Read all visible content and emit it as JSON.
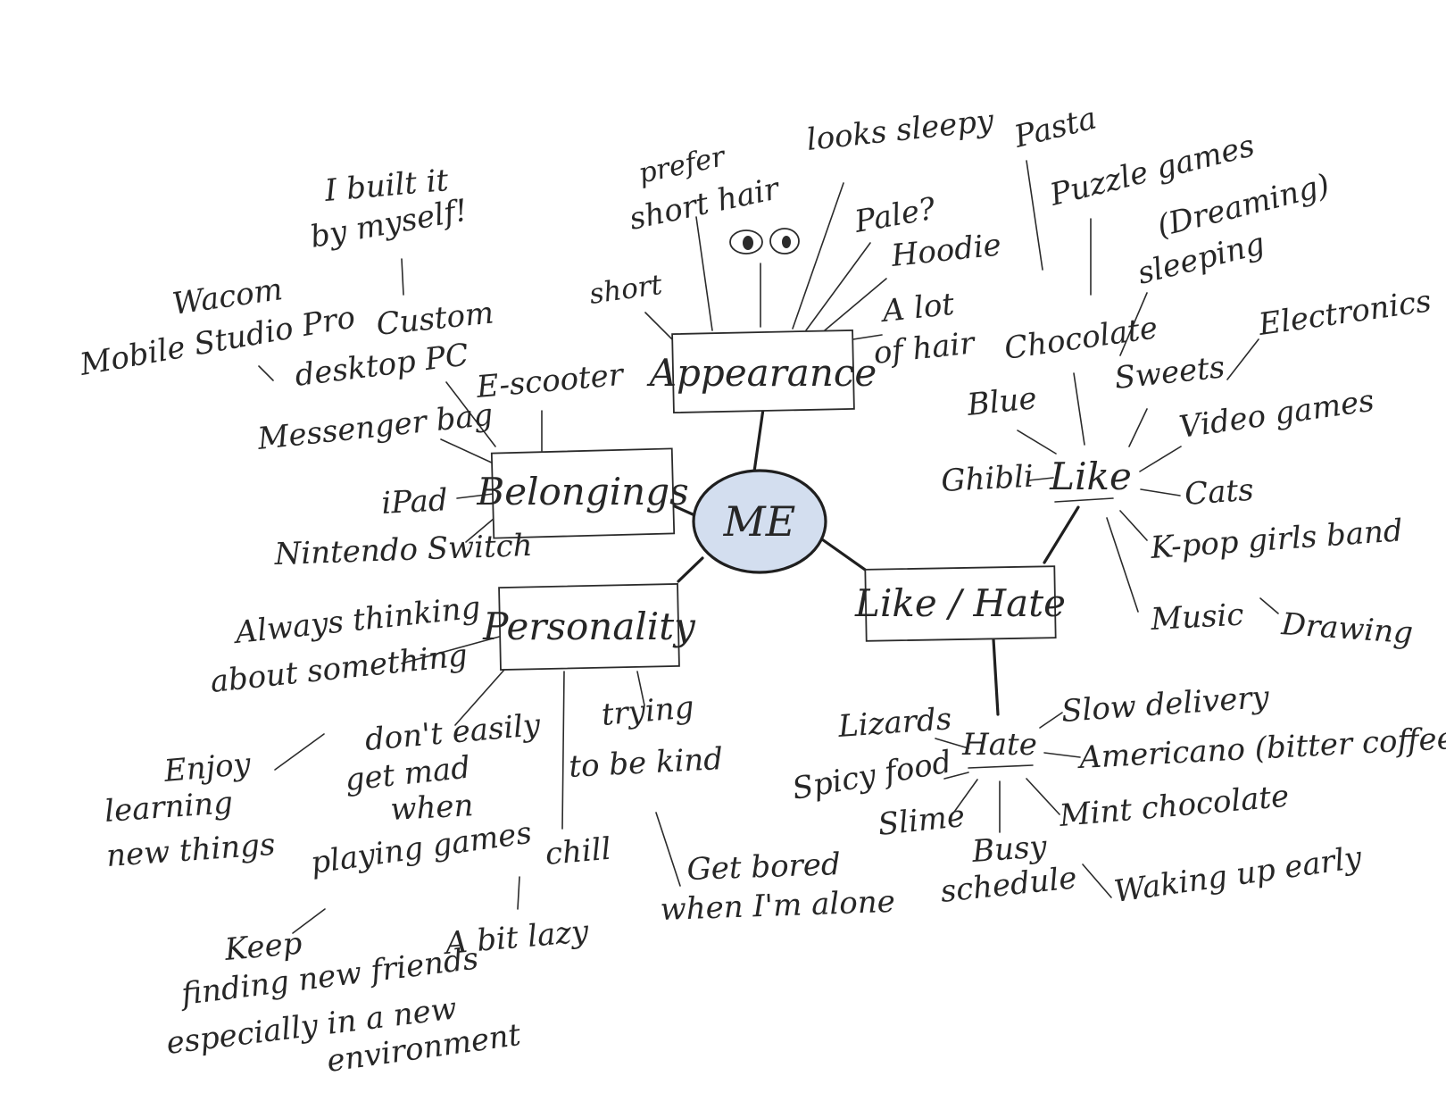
{
  "center": "ME",
  "colors": {
    "center_fill": "#d3deef",
    "ink": "#262626"
  },
  "appearance": {
    "title": "Appearance",
    "items": [
      "short",
      "prefer",
      "short hair",
      "looks sleepy",
      "Pale?",
      "Hoodie",
      "A lot",
      "of hair"
    ]
  },
  "belongings": {
    "title": "Belongings",
    "items": [
      "I built it",
      "by myself!",
      "Custom",
      "desktop PC",
      "Wacom",
      "Mobile Studio Pro",
      "E-scooter",
      "Messenger bag",
      "iPad",
      "Nintendo Switch"
    ]
  },
  "personality": {
    "title": "Personality",
    "items": [
      "Always thinking",
      "about something",
      "Enjoy",
      "learning",
      "new things",
      "don't easily",
      "get mad",
      "when",
      "playing games",
      "trying",
      "to be kind",
      "chill",
      "Get bored",
      "when I'm alone",
      "Keep",
      "finding new friends",
      "especially in a new",
      "environment",
      "A bit lazy"
    ]
  },
  "like_hate": {
    "title": "Like / Hate",
    "like": {
      "label": "Like",
      "items": [
        "Pasta",
        "Puzzle games",
        "(Dreaming)",
        "sleeping",
        "Chocolate",
        "Electronics",
        "Sweets",
        "Blue",
        "Video games",
        "Ghibli",
        "Cats",
        "K-pop girls band",
        "Music",
        "Drawing"
      ]
    },
    "hate": {
      "label": "Hate",
      "items": [
        "Lizards",
        "Slow delivery",
        "Americano (bitter coffee)",
        "Spicy food",
        "Slime",
        "Mint chocolate",
        "Busy",
        "schedule",
        "Waking up early"
      ]
    }
  }
}
